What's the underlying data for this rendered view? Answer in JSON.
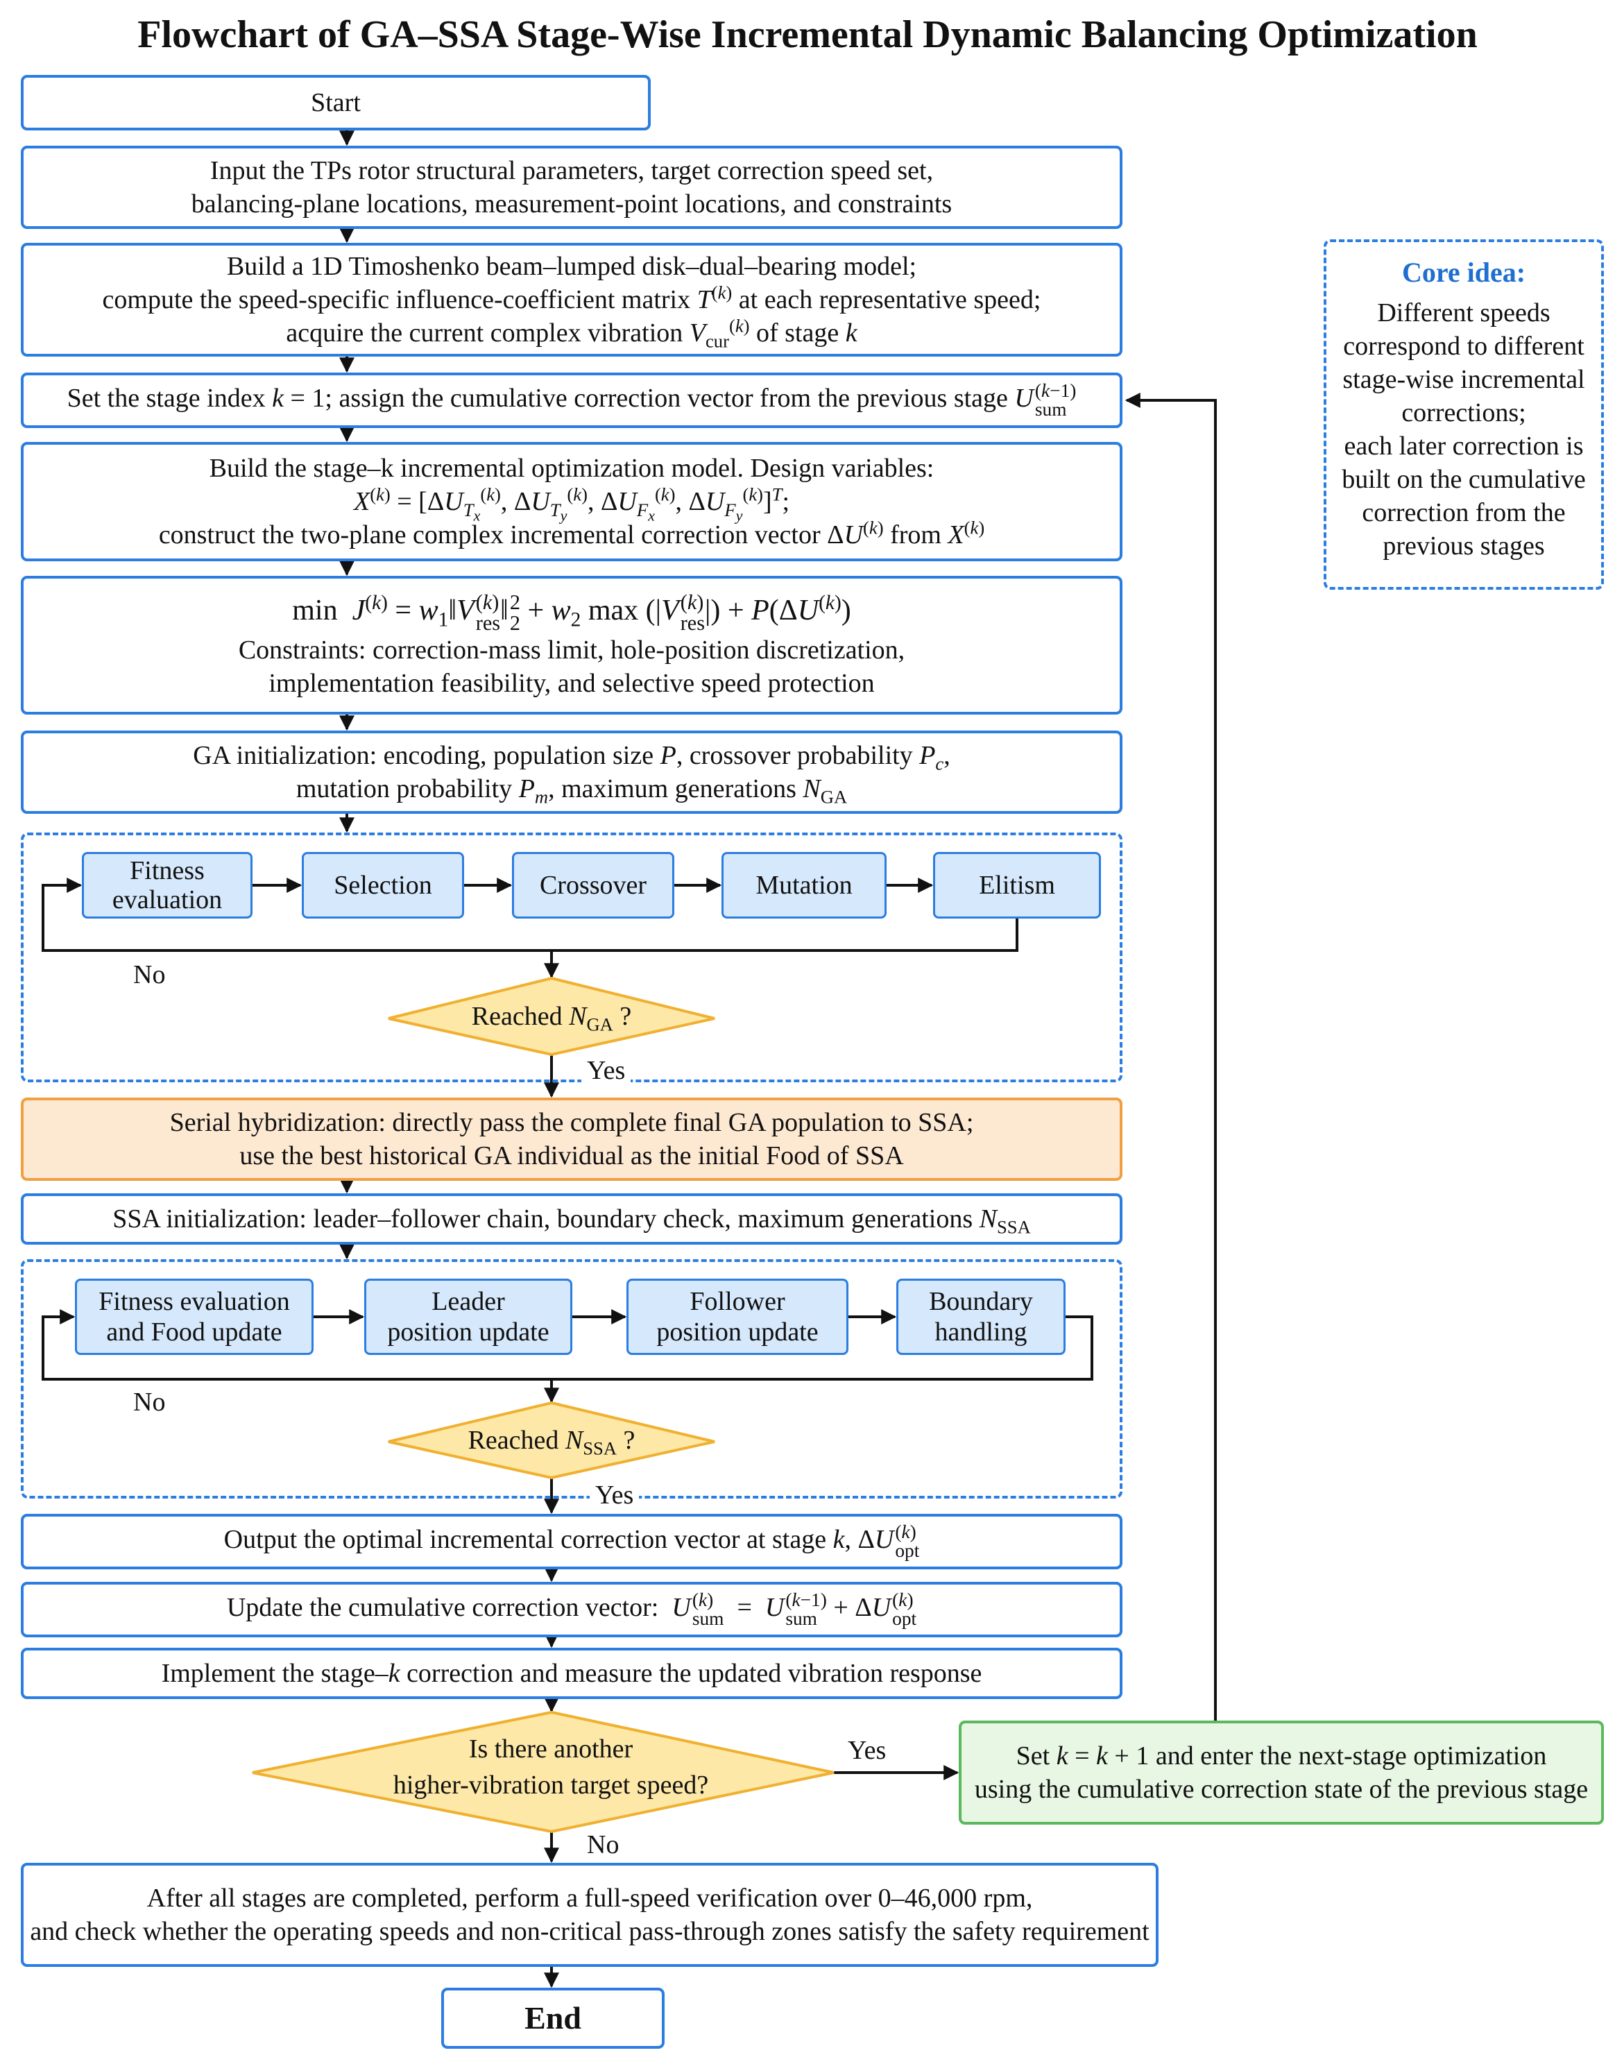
{
  "title": "Flowchart of GA–SSA Stage-Wise Incremental Dynamic Balancing Optimization",
  "start": "Start",
  "input_box": {
    "line1": "Input the TPs rotor structural parameters, target correction speed set,",
    "line2": "balancing-plane locations, measurement-point locations, and constraints"
  },
  "model_box": {
    "line1": "Build a 1D Timoshenko beam–lumped disk–dual–bearing model;",
    "line2": "compute the speed-specific influence-coefficient matrix T(k) at each representative speed;",
    "line3": "acquire the current complex vibration Vcur(k) of stage k"
  },
  "stage_index_box": "Set the stage index k = 1; assign the cumulative correction vector from the previous stage U_sum^(k−1)",
  "opt_model_box": {
    "line1": "Build the stage–k incremental optimization model. Design variables:",
    "line2": "X(k) = [ΔU_Tx(k), ΔU_Ty(k), ΔU_Fx(k), ΔU_Fy(k)]^T;",
    "line3": "construct the two-plane complex incremental correction vector ΔU(k) from X(k)"
  },
  "objective_box": {
    "line1": "min J(k) = w1‖V_res(k)‖₂² + w2 max(|V_res(k)|) + P(ΔU(k))",
    "line2": "Constraints: correction-mass limit, hole-position discretization,",
    "line3": "implementation feasibility, and selective speed protection"
  },
  "ga_init_box": {
    "line1": "GA initialization: encoding, population size P, crossover probability Pc,",
    "line2": "mutation probability Pm, maximum generations NGA"
  },
  "ga_loop": {
    "steps": [
      "Fitness evaluation",
      "Selection",
      "Crossover",
      "Mutation",
      "Elitism"
    ],
    "decision": "Reached NGA ?",
    "no": "No",
    "yes": "Yes"
  },
  "hybrid_box": {
    "line1": "Serial hybridization: directly pass the complete final GA population to SSA;",
    "line2": "use the best historical GA individual as the initial Food of SSA"
  },
  "ssa_init_box": "SSA initialization: leader–follower chain, boundary check, maximum generations NSSA",
  "ssa_loop": {
    "steps": [
      "Fitness evaluation and Food update",
      "Leader position update",
      "Follower position update",
      "Boundary handling"
    ],
    "decision": "Reached NSSA ?",
    "no": "No",
    "yes": "Yes"
  },
  "output_box": "Output the optimal incremental correction vector at stage k, ΔU_opt^(k)",
  "update_box": "Update the cumulative correction vector: U_sum^(k) = U_sum^(k−1) + ΔU_opt^(k)",
  "implement_box": "Implement the stage–k correction and measure the updated vibration response",
  "decision_speed": {
    "line1": "Is there another",
    "line2": "higher-vibration target speed?",
    "yes": "Yes",
    "no": "No"
  },
  "next_stage_box": {
    "line1": "Set k = k + 1 and enter the next-stage optimization",
    "line2": "using the cumulative correction state of the previous stage"
  },
  "verify_box": {
    "line1": "After all stages are completed, perform a full-speed verification over 0–46,000 rpm,",
    "line2": "and check whether the operating speeds and non-critical pass-through zones satisfy the safety requirement"
  },
  "end": "End",
  "core_idea": {
    "title": "Core idea:",
    "lines": [
      "Different speeds",
      "correspond to different",
      "stage-wise incremental",
      "corrections;",
      "each later correction is",
      "built on the cumulative",
      "correction from the",
      "previous stages"
    ]
  },
  "colors": {
    "blue_border": "#2b7de1",
    "sub_fill": "#d6e8fb",
    "diamond_fill": "#fde8a8",
    "diamond_border": "#f0b030",
    "orange_border": "#f0a040",
    "orange_fill": "#fde8d1",
    "green_border": "#5cb85c",
    "green_fill": "#e8f6e4",
    "core_title": "#1f6fd0"
  }
}
